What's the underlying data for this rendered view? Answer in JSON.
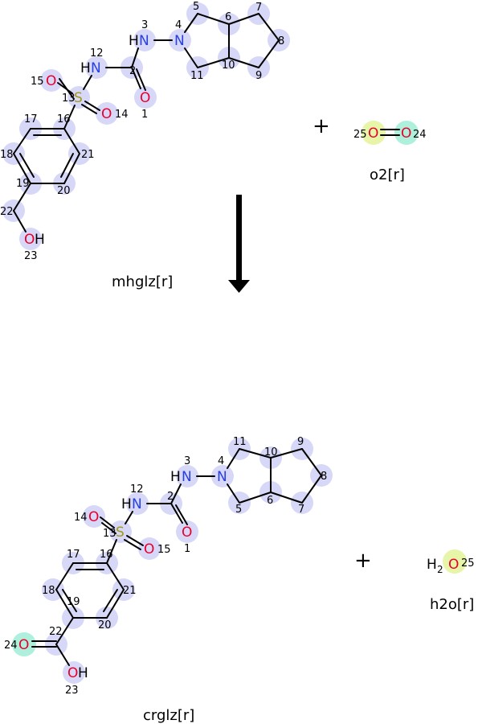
{
  "reactants": {
    "molecule1": {
      "name": "mhglz[r]",
      "atoms": {
        "N3": "HN",
        "N4": "N",
        "N12": "HN",
        "S13": "S",
        "O1": "O",
        "O14": "O",
        "O15": "O",
        "O23": "OH"
      },
      "numbers": [
        "1",
        "2",
        "3",
        "4",
        "5",
        "6",
        "7",
        "8",
        "9",
        "10",
        "11",
        "12",
        "13",
        "14",
        "15",
        "16",
        "17",
        "18",
        "19",
        "20",
        "21",
        "22",
        "23"
      ]
    },
    "molecule2": {
      "name": "o2[r]",
      "atoms": {
        "O24": "O",
        "O25": "O"
      },
      "numbers": [
        "24",
        "25"
      ]
    }
  },
  "products": {
    "molecule1": {
      "name": "crglz[r]",
      "atoms": {
        "N3": "HN",
        "N4": "N",
        "N12": "HN",
        "S13": "S",
        "O1": "O",
        "O14": "O",
        "O15": "O",
        "O23": "OH",
        "O24": "O"
      },
      "numbers": [
        "1",
        "2",
        "3",
        "4",
        "5",
        "6",
        "7",
        "8",
        "9",
        "10",
        "11",
        "12",
        "13",
        "14",
        "15",
        "16",
        "17",
        "18",
        "19",
        "20",
        "21",
        "22",
        "23",
        "24"
      ]
    },
    "molecule2": {
      "name": "h2o[r]",
      "atoms": {
        "H2": "H",
        "sub": "2",
        "O25": "O"
      },
      "numbers": [
        "25"
      ]
    }
  },
  "plus_sign": "+",
  "colors": {
    "oxygen": "#e8002a",
    "nitrogen": "#2741e0",
    "sulfur": "#a29a16",
    "highlight": "#c9c9f5",
    "highlight_o25": "#e6f5a8",
    "highlight_o24": "#aef0dc"
  }
}
